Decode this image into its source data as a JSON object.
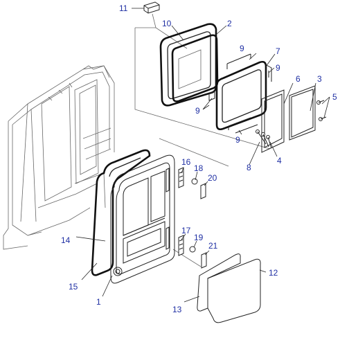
{
  "labels": {
    "p1": "1",
    "p2": "2",
    "p3": "3",
    "p4": "4",
    "p5": "5",
    "p7": "7",
    "p8": "8",
    "p9a": "9",
    "p9b": "9",
    "p9c": "9",
    "p9d": "9",
    "p10": "10",
    "p11": "11",
    "p12": "12",
    "p13": "13",
    "p14": "14",
    "p15": "15",
    "p16": "16",
    "p17": "17",
    "p18": "18",
    "p19": "19",
    "p20": "20",
    "p21": "21",
    "p6": "6"
  },
  "colors": {
    "label": "#1f2fa3",
    "ink": "#222222"
  }
}
